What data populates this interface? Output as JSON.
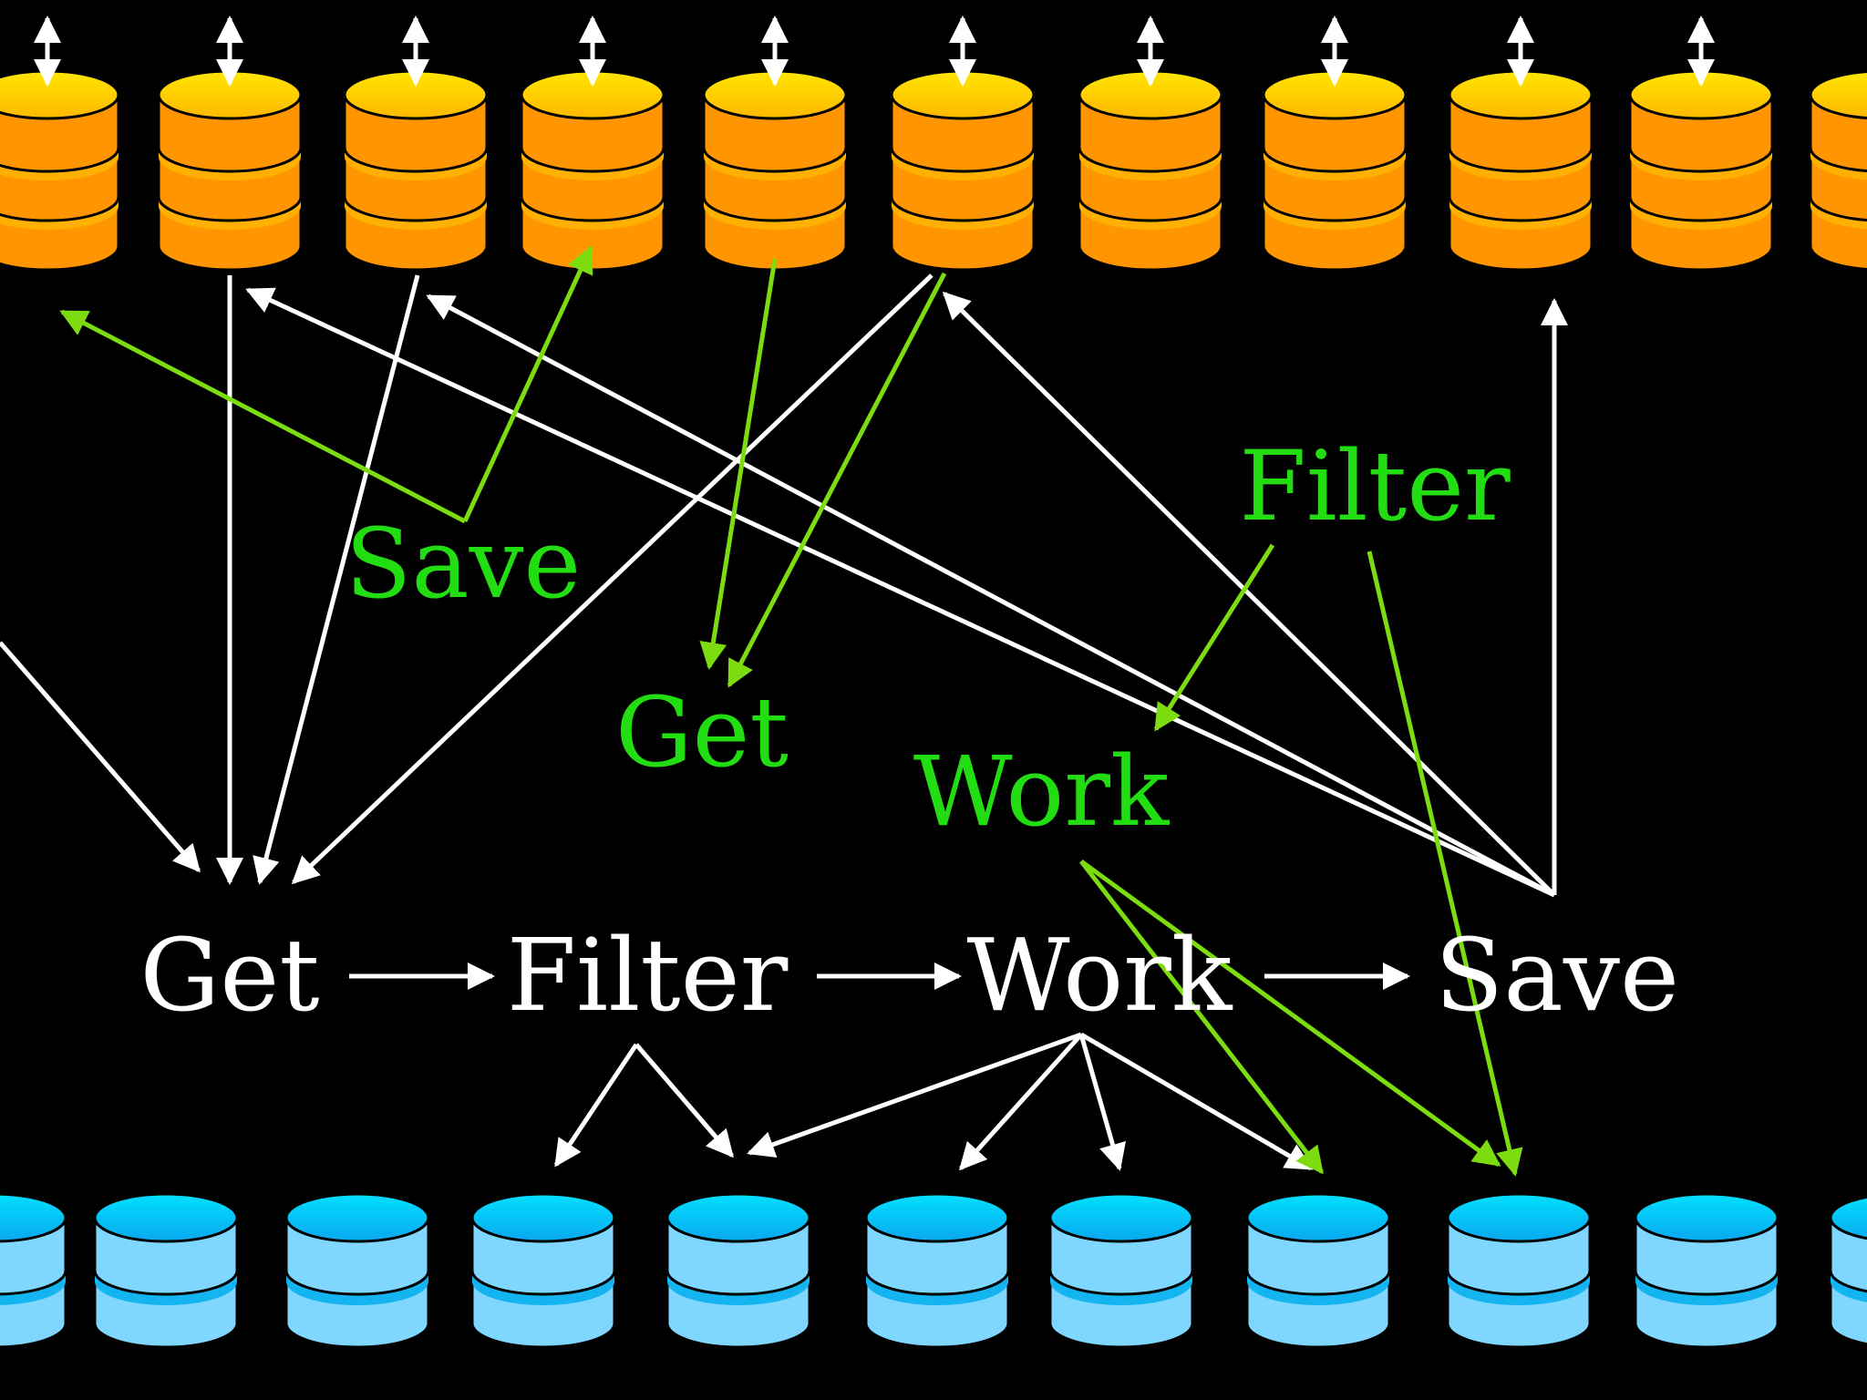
{
  "colors": {
    "background": "#000000",
    "white_arrow": "#ffffff",
    "green_arrow": "#7ddc10",
    "green_text": "#22dd11",
    "orange_top": "#ffd000",
    "orange_body": "#ff9500",
    "orange_band": "#ffb000",
    "blue_top": "#0ad2ff",
    "blue_body": "#7fd6ff",
    "blue_band": "#14b4f0",
    "outline": "#000000"
  },
  "pipeline": {
    "get": "Get",
    "filter": "Filter",
    "work": "Work",
    "save": "Save"
  },
  "overlay": {
    "save": "Save",
    "get": "Get",
    "filter": "Filter",
    "work": "Work"
  },
  "storage": {
    "top_row_icon": "orange-database-icon",
    "bottom_row_icon": "blue-database-icon",
    "top_row_count": 11,
    "bottom_row_count": 11
  }
}
